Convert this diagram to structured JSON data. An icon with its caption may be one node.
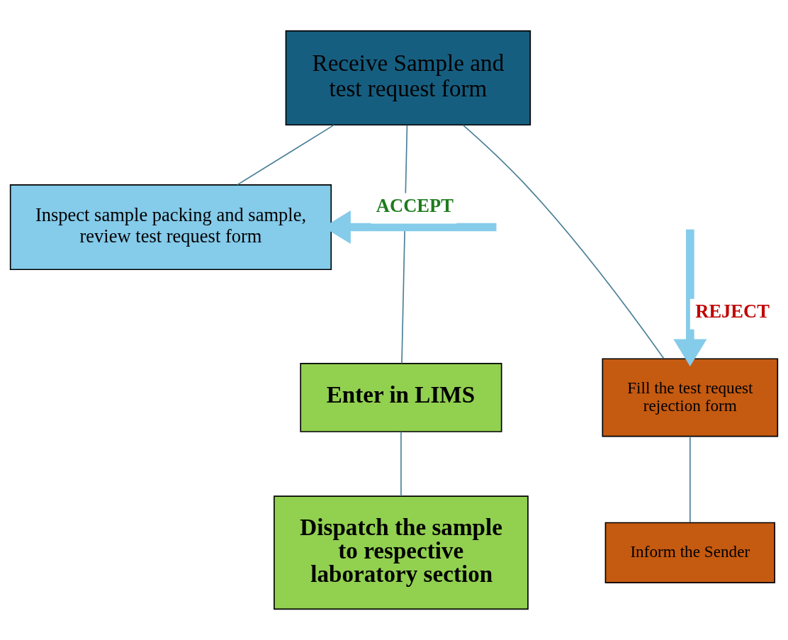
{
  "diagram": {
    "nodes": [
      {
        "text": [
          "Receive Sample and test request form"
        ]
      },
      {
        "text": [
          "Inspect sample packing and sample, review test request form"
        ]
      },
      {
        "text": [
          "Enter in LIMS"
        ]
      },
      {
        "text": [
          "Fill the test request rejection form"
        ]
      },
      {
        "text": [
          "Dispatch the sample to respective laboratory section"
        ]
      },
      {
        "text": [
          "Inform the Sender"
        ]
      }
    ],
    "edges": [
      {
        "from": 0,
        "to": 1,
        "arrow": "none"
      },
      {
        "from": 0,
        "to": 2,
        "arrow": "none"
      },
      {
        "from": 0,
        "to": 3,
        "arrow": "none"
      },
      {
        "from": 2,
        "to": 4,
        "arrow": "none"
      },
      {
        "from": 3,
        "to": 5,
        "arrow": "none"
      },
      {
        "from": null,
        "to": 1,
        "arrow": "to",
        "label": "ACCEPT",
        "style": "thick",
        "color": "#85cbea"
      },
      {
        "from": null,
        "to": 3,
        "arrow": "to",
        "label": "REJECT",
        "style": "thick",
        "color": "#85cbea"
      }
    ]
  }
}
